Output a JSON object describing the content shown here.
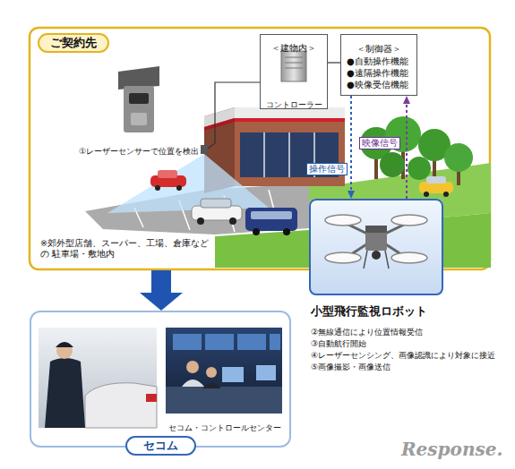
{
  "diagram": {
    "nodes": [
      {
        "text": [
          "ご契約先"
        ]
      },
      {
        "text": [
          "＜建物内＞"
        ],
        "in": 0
      },
      {
        "text": [
          "コントローラー"
        ],
        "in": 1
      },
      {
        "text": [
          "＜制御器＞",
          "●自動操作機能 ●遠隔操作機能 ●映像受信機能"
        ],
        "in": 0
      },
      {
        "text": [
          "小型飛行監視ロボット",
          "②無線通信により位置情報受信",
          "③自動航行開始",
          "④レーザーセンシング、画像認識により対象に接近",
          "⑤画像撮影・画像送信"
        ]
      },
      {
        "text": [
          "セコム"
        ]
      },
      {
        "text": [
          "セコム・コントロールセンター"
        ],
        "in": 5
      }
    ],
    "edges": [
      {
        "from": 1,
        "to": 3,
        "arrow": "none"
      },
      {
        "from": 4,
        "to": 3,
        "label": "映像信号",
        "arrow": "to"
      },
      {
        "from": 3,
        "to": 4,
        "label": "操作信号",
        "arrow": "to"
      },
      {
        "from": 0,
        "to": 5,
        "arrow": "to"
      }
    ],
    "labels": [
      "①レーザーセンサーで位置を検出",
      "※郊外型店舗、スーパー、工場、倉庫などの 駐車場・敷地内",
      "Response."
    ]
  }
}
